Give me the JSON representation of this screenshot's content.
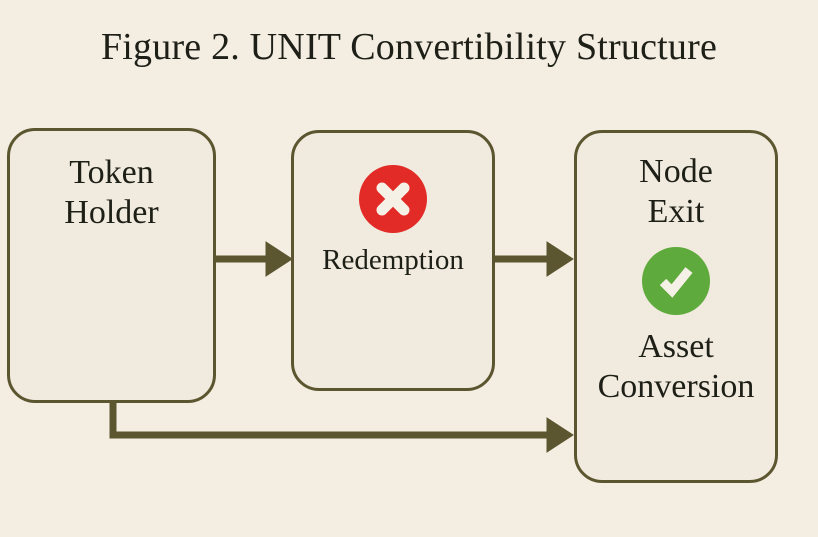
{
  "figure": {
    "title": "Figure 2. UNIT Convertibility Structure",
    "background_color": "#f4ede2",
    "box_fill_color": "#f1eade",
    "border_color": "#5c5630",
    "text_color": "#1e2018"
  },
  "nodes": [
    {
      "id": "token-holder",
      "label": "Token\nHolder",
      "icon": null
    },
    {
      "id": "redemption",
      "label": "Redemption",
      "icon": "red-cross-circle-icon",
      "icon_color": "#e22b26",
      "icon_meaning": "not-available"
    },
    {
      "id": "node-exit",
      "title": "Node\nExit",
      "label": "Asset\nConversion",
      "icon": "green-check-circle-icon",
      "icon_color": "#5faa3c",
      "icon_meaning": "available"
    }
  ],
  "connectors": [
    {
      "id": "token-holder-to-redemption",
      "from": "token-holder",
      "to": "redemption",
      "style": "arrow"
    },
    {
      "id": "redemption-to-node-exit",
      "from": "redemption",
      "to": "node-exit",
      "style": "arrow"
    },
    {
      "id": "token-holder-to-node-exit-direct",
      "from": "token-holder",
      "to": "node-exit",
      "style": "elbow-arrow"
    }
  ]
}
